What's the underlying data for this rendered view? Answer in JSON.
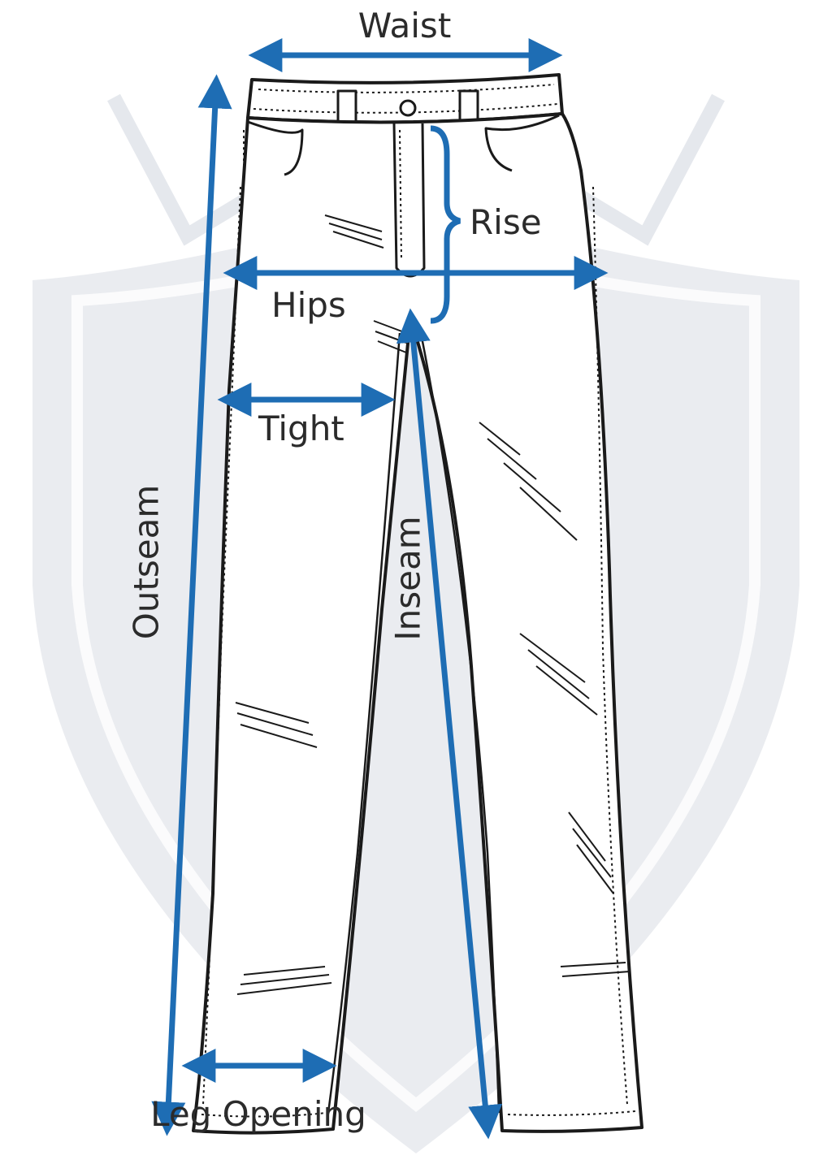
{
  "labels": {
    "waist": "Waist",
    "rise": "Rise",
    "hips": "Hips",
    "tight": "Tight",
    "outseam": "Outseam",
    "inseam": "Inseam",
    "leg_opening": "Leg Opening"
  },
  "colors": {
    "arrow": "#1e6db4",
    "outline": "#1a1a1a",
    "watermark": "#d9dde4",
    "label": "#2b2b2b"
  }
}
